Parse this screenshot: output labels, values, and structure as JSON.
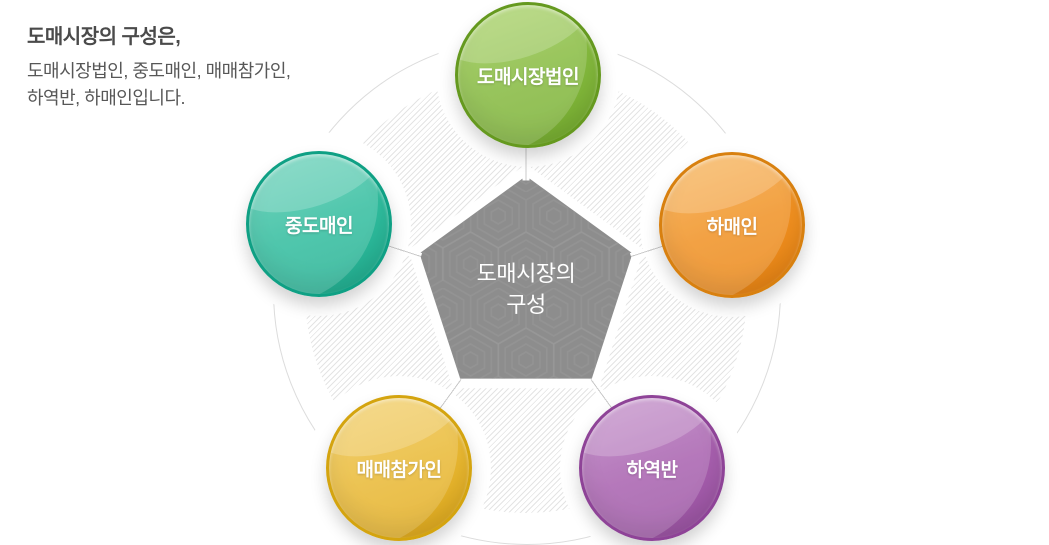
{
  "header": {
    "title": "도매시장의 구성은,",
    "desc_line1": "도매시장법인, 중도매인, 매매참가인,",
    "desc_line2": "하역반, 하매인입니다."
  },
  "center": {
    "label": "도매시장의\n구성",
    "color": "#8d8d8d"
  },
  "nodes": [
    {
      "label": "도매시장법인",
      "colors": {
        "border": "#65991f",
        "base": "#84b93d",
        "light": "#9ecd52",
        "deep": "#76ad30"
      }
    },
    {
      "label": "하매인",
      "colors": {
        "border": "#d8800f",
        "base": "#f09021",
        "light": "#f6ab43",
        "deep": "#e88312"
      }
    },
    {
      "label": "하역반",
      "colors": {
        "border": "#8e4397",
        "base": "#a75fae",
        "light": "#bc82c3",
        "deep": "#9a53a2"
      }
    },
    {
      "label": "매매참가인",
      "colors": {
        "border": "#d4a40f",
        "base": "#e9b832",
        "light": "#f0c955",
        "deep": "#dfa91c"
      }
    },
    {
      "label": "중도매인",
      "colors": {
        "border": "#0fa084",
        "base": "#2fbc9d",
        "light": "#58ccb1",
        "deep": "#21ae90"
      }
    }
  ]
}
